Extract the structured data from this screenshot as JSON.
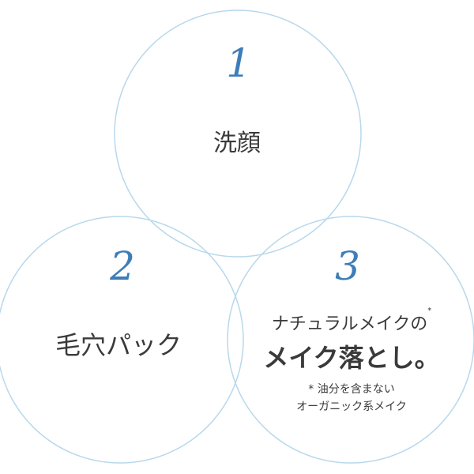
{
  "accent_color": "#3d7eb8",
  "circle_stroke_color": "#b8d8ec",
  "steps": [
    {
      "number": "1",
      "label": "洗顔"
    },
    {
      "number": "2",
      "label": "毛穴パック"
    },
    {
      "number": "3",
      "label_line1": "ナチュラルメイクの",
      "asterisk": "*",
      "label_line2": "メイク落とし。",
      "note_line1": "* 油分を含まない",
      "note_line2": "オーガニック系メイク"
    }
  ]
}
